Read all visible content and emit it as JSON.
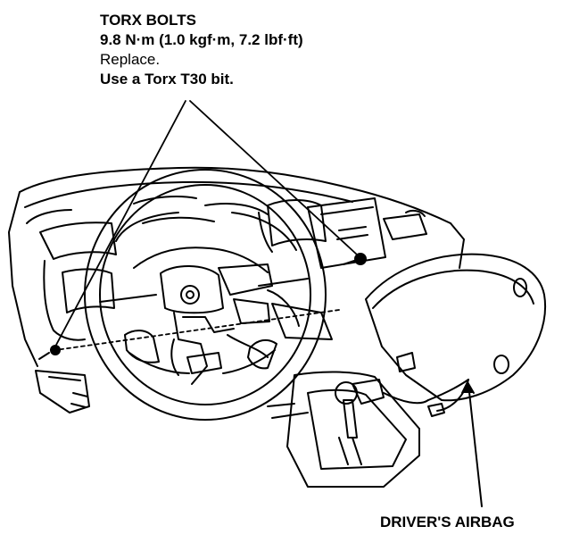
{
  "callout": {
    "title": "TORX BOLTS",
    "torque": "9.8 N·m (1.0 kgf·m, 7.2 lbf·ft)",
    "note": "Replace.",
    "tool": "Use a Torx T30 bit."
  },
  "labels": {
    "airbag": "DRIVER'S AIRBAG"
  }
}
